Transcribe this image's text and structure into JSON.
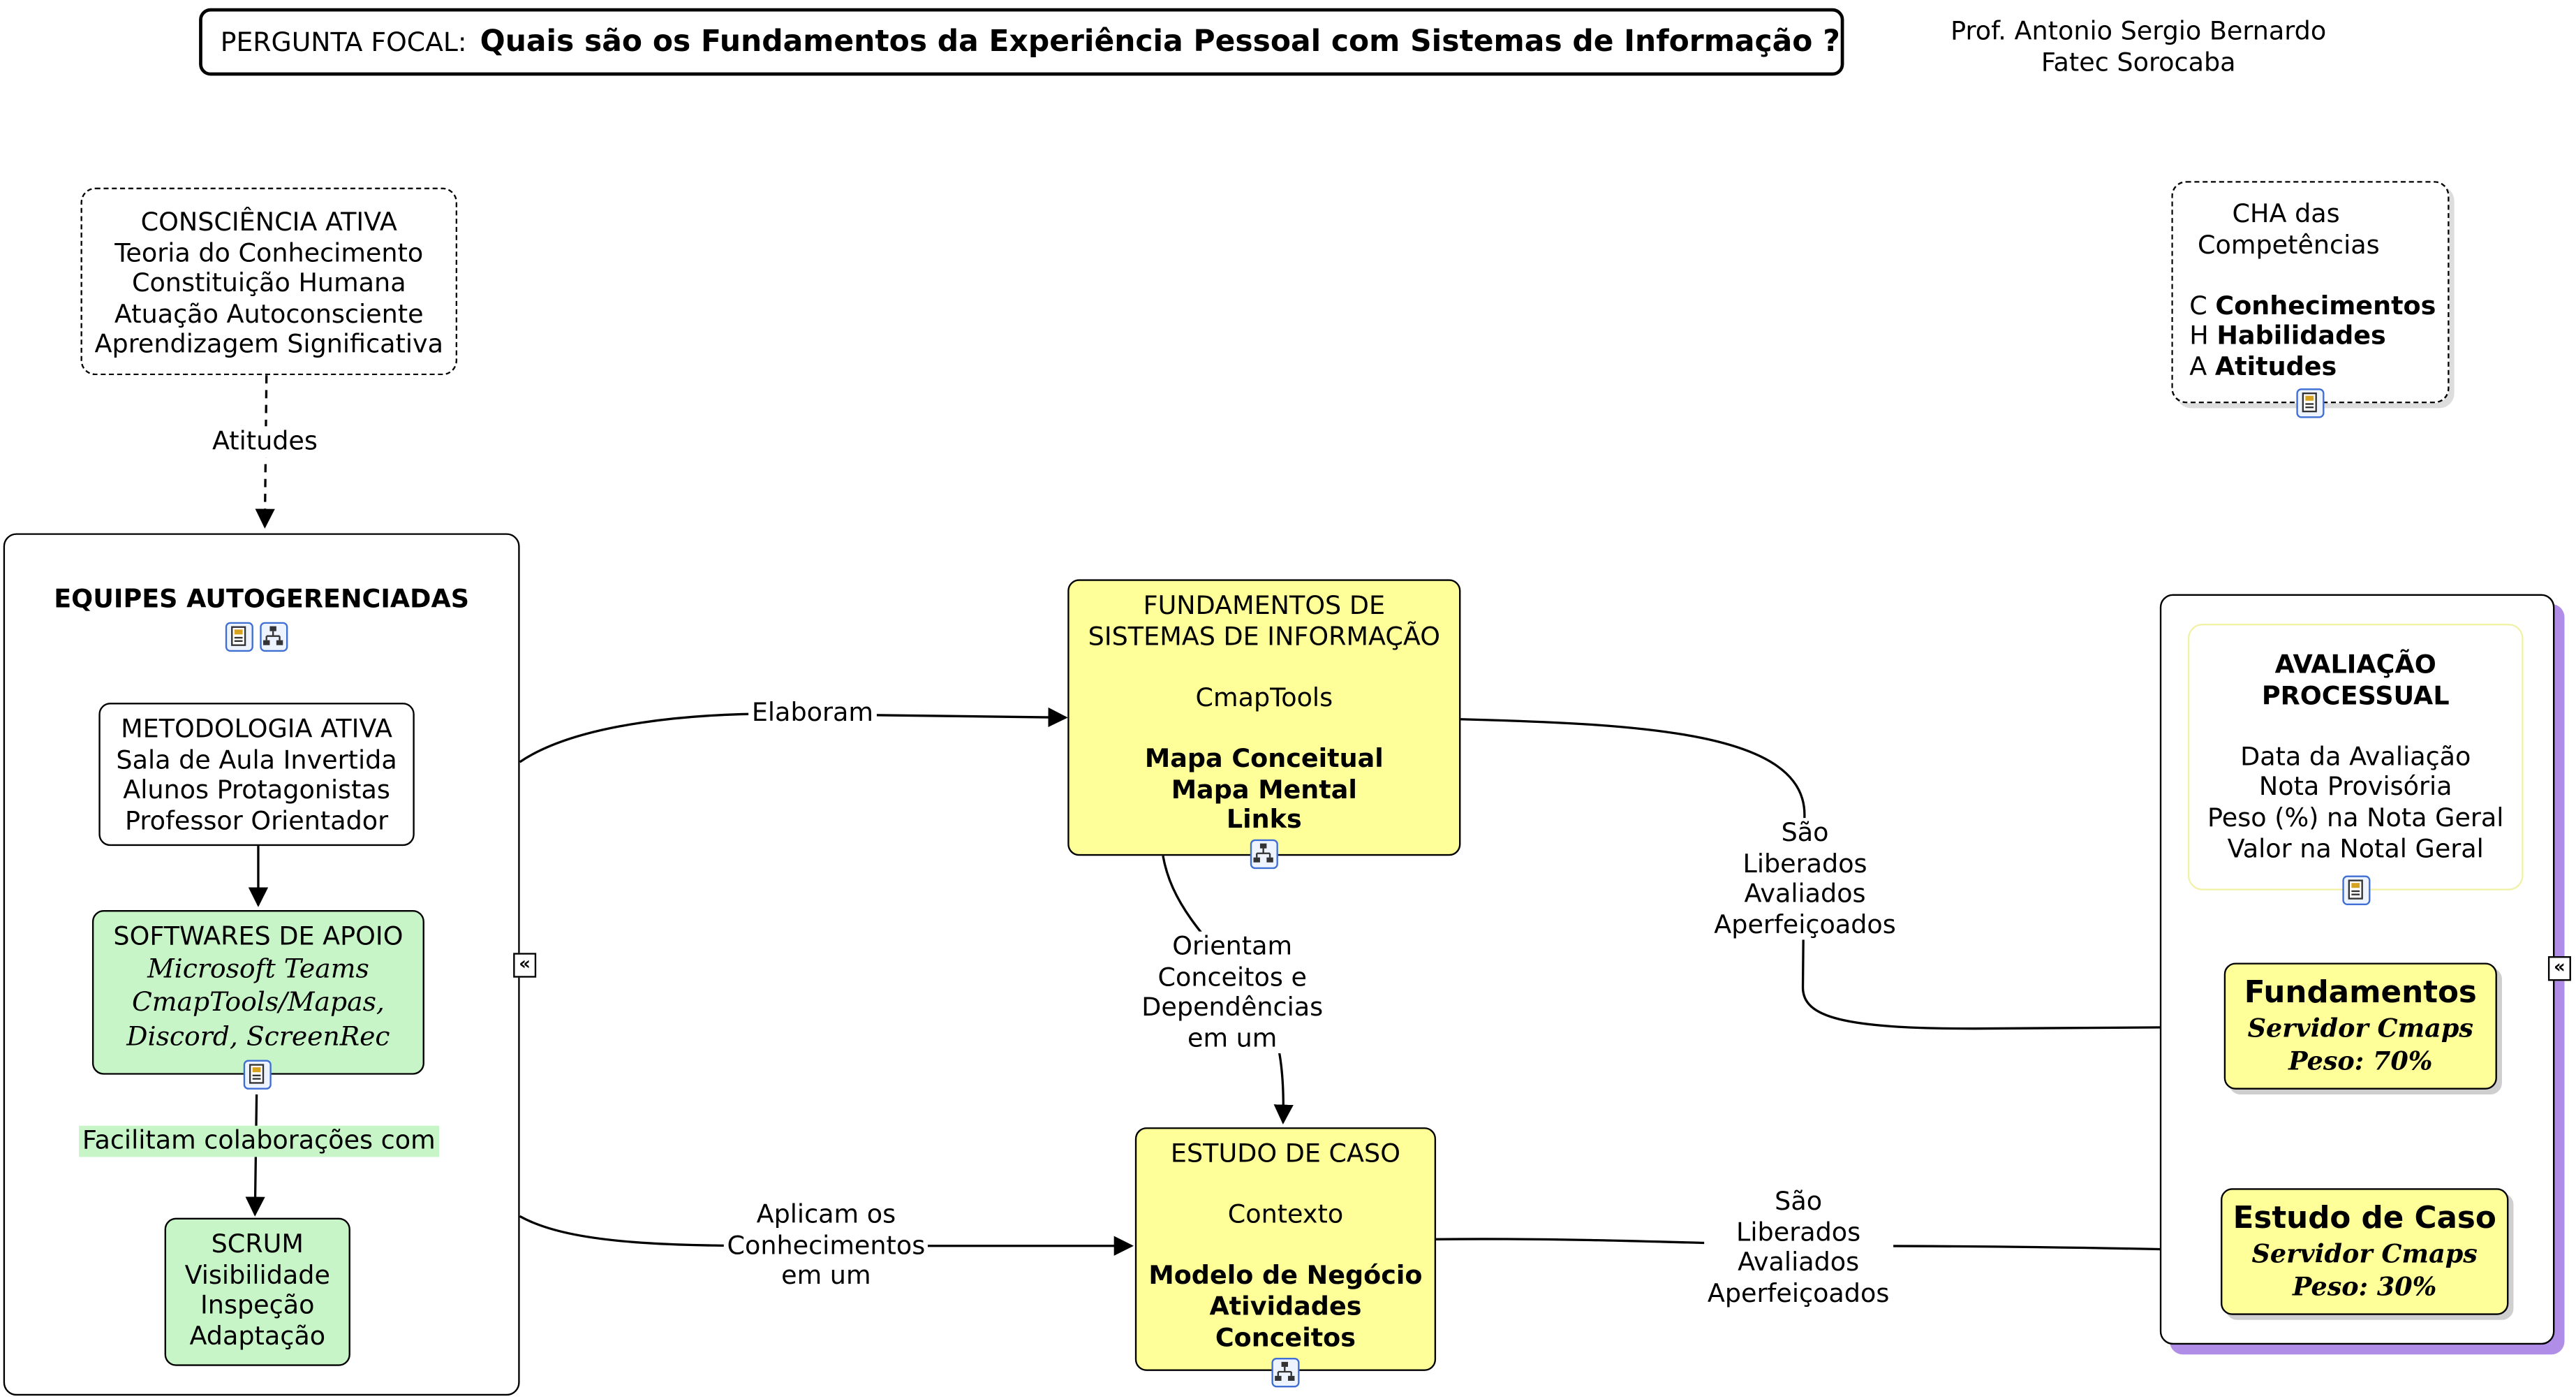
{
  "header": {
    "focal_prefix": "PERGUNTA FOCAL:",
    "focal_question": "Quais são os Fundamentos da Experiência Pessoal com Sistemas de Informação ?",
    "author_lines": [
      "Prof. Antonio Sergio Bernardo",
      "Fatec Sorocaba"
    ]
  },
  "nodes": {
    "consciencia": [
      "CONSCIÊNCIA ATIVA",
      "Teoria do Conhecimento",
      "Constituição Humana",
      "Atuação Autoconsciente",
      "Aprendizagem Significativa"
    ],
    "cha": {
      "title": [
        "CHA das",
        "Competências"
      ],
      "items": [
        {
          "letter": "C",
          "word": "Conhecimentos"
        },
        {
          "letter": "H",
          "word": "Habilidades"
        },
        {
          "letter": "A",
          "word": "Atitudes"
        }
      ]
    },
    "equipes_title": "EQUIPES AUTOGERENCIADAS",
    "metodologia": [
      "METODOLOGIA ATIVA",
      "Sala de Aula Invertida",
      "Alunos Protagonistas",
      "Professor Orientador"
    ],
    "softwares": {
      "title": "SOFTWARES DE APOIO",
      "lines": [
        "Microsoft Teams",
        "CmapTools/Mapas,",
        "Discord, ScreenRec"
      ]
    },
    "scrum": [
      "SCRUM",
      "Visibilidade",
      "Inspeção",
      "Adaptação"
    ],
    "fundamentos_si": {
      "lines": [
        "FUNDAMENTOS DE",
        "SISTEMAS DE INFORMAÇÃO",
        "",
        "CmapTools",
        ""
      ],
      "bold_lines": [
        "Mapa Conceitual",
        "Mapa Mental",
        "Links"
      ]
    },
    "estudo_caso": {
      "lines": [
        "ESTUDO DE CASO",
        "",
        "Contexto",
        ""
      ],
      "bold_lines": [
        "Modelo de Negócio",
        "Atividades",
        "Conceitos"
      ]
    },
    "avaliacao": {
      "title": [
        "AVALIAÇÃO",
        "PROCESSUAL"
      ],
      "lines": [
        "Data da Avaliação",
        "Nota Provisória",
        "Peso (%) na Nota Geral",
        "Valor na Notal Geral"
      ]
    },
    "fundamentos_nota": {
      "title": "Fundamentos",
      "lines": [
        "Servidor Cmaps",
        "Peso: 70%"
      ]
    },
    "estudo_nota": {
      "title": "Estudo de Caso",
      "lines": [
        "Servidor Cmaps",
        "Peso: 30%"
      ]
    }
  },
  "links": {
    "atitudes": "Atitudes",
    "elaboram": "Elaboram",
    "aplicam": [
      "Aplicam os",
      "Conhecimentos",
      "em um"
    ],
    "orientam": [
      "Orientam",
      "Conceitos e",
      "Dependências",
      "em um"
    ],
    "sao_liberados_1": [
      "São",
      "Liberados",
      "Avaliados",
      "Aperfeiçoados"
    ],
    "sao_liberados_2": [
      "São",
      "Liberados",
      "Avaliados",
      "Aperfeiçoados"
    ],
    "facilitam": "Facilitam colaborações com"
  },
  "colors": {
    "yellow_fill": "#ffff99",
    "green_fill": "#c8f5c8",
    "green_label_bg": "#c8f5c8",
    "purple_shadow": "#b08ee8",
    "icon_border": "#3f6fd3",
    "pale_yellow_border": "#f1f1a8"
  },
  "icons": [
    "document-icon",
    "hierarchy-icon",
    "collapse-arrow-icon"
  ]
}
